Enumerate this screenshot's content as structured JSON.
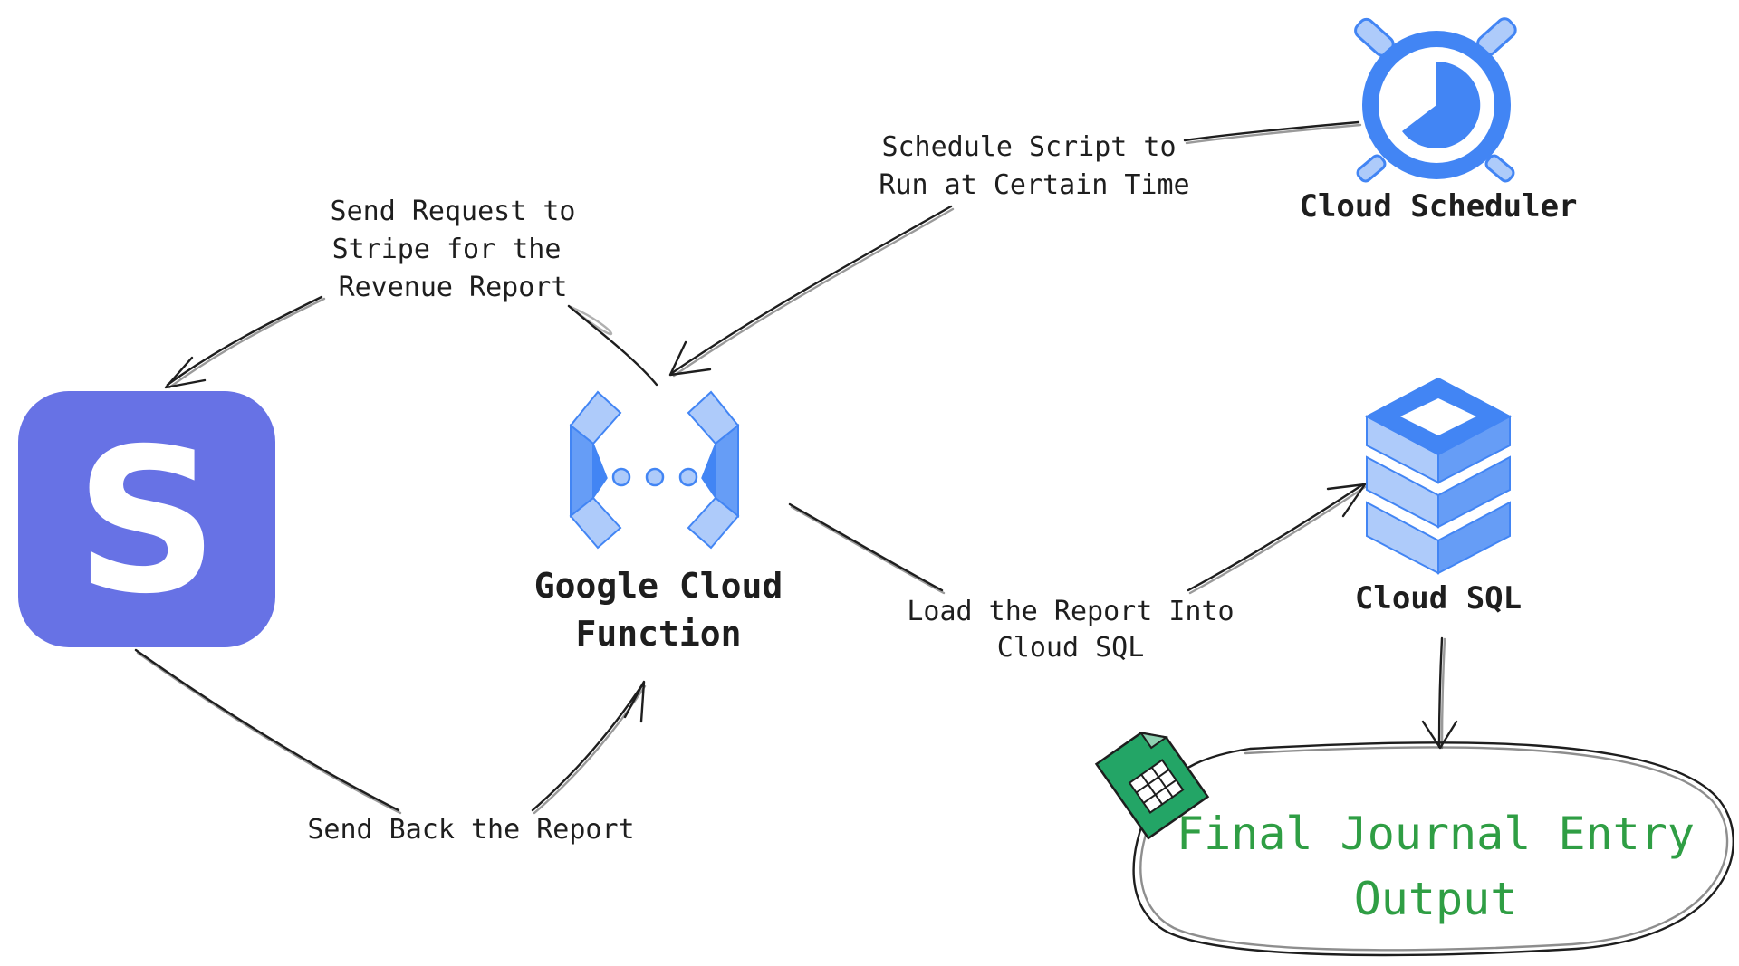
{
  "nodes": {
    "stripe": {
      "icon": "stripe-logo-icon",
      "letter": "S",
      "color": "#6772e5"
    },
    "gcf": {
      "icon": "cloud-functions-icon",
      "label_line1": "Google Cloud",
      "label_line2": "Function"
    },
    "scheduler": {
      "icon": "alarm-clock-icon",
      "label": "Cloud Scheduler"
    },
    "sql": {
      "icon": "database-stack-icon",
      "label": "Cloud SQL"
    },
    "output": {
      "icon": "google-sheets-icon",
      "label_line1": "Final Journal Entry",
      "label_line2": "Output",
      "color": "#2f9e44"
    }
  },
  "edges": {
    "request": {
      "line1": "Send Request to",
      "line2": "Stripe for the",
      "line3": "Revenue Report"
    },
    "schedule": {
      "line1": "Schedule Script to",
      "line2": "Run at Certain Time"
    },
    "send_back": {
      "line1": "Send Back the Report"
    },
    "load": {
      "line1": "Load the Report Into",
      "line2": "Cloud SQL"
    }
  },
  "colors": {
    "gcp_blue": "#4285f4",
    "gcp_light_blue": "#aecbfa",
    "stroke": "#1e1e1e"
  }
}
